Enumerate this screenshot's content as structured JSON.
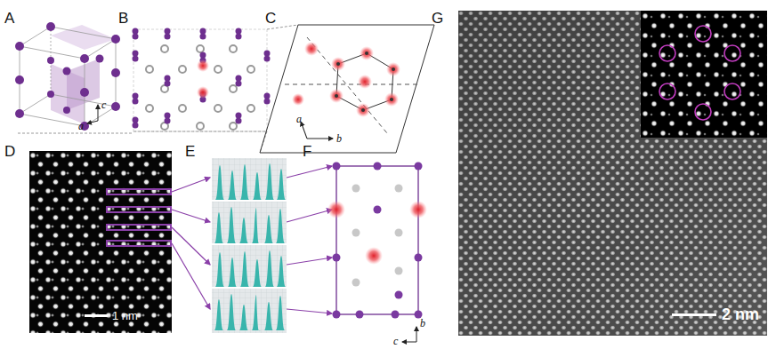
{
  "diagram": {
    "labels": [
      "A",
      "B",
      "C",
      "G",
      "c",
      "a",
      "a",
      "b",
      "D",
      "E",
      "F",
      "1 nm",
      "b",
      "c",
      "2 nm"
    ]
  }
}
